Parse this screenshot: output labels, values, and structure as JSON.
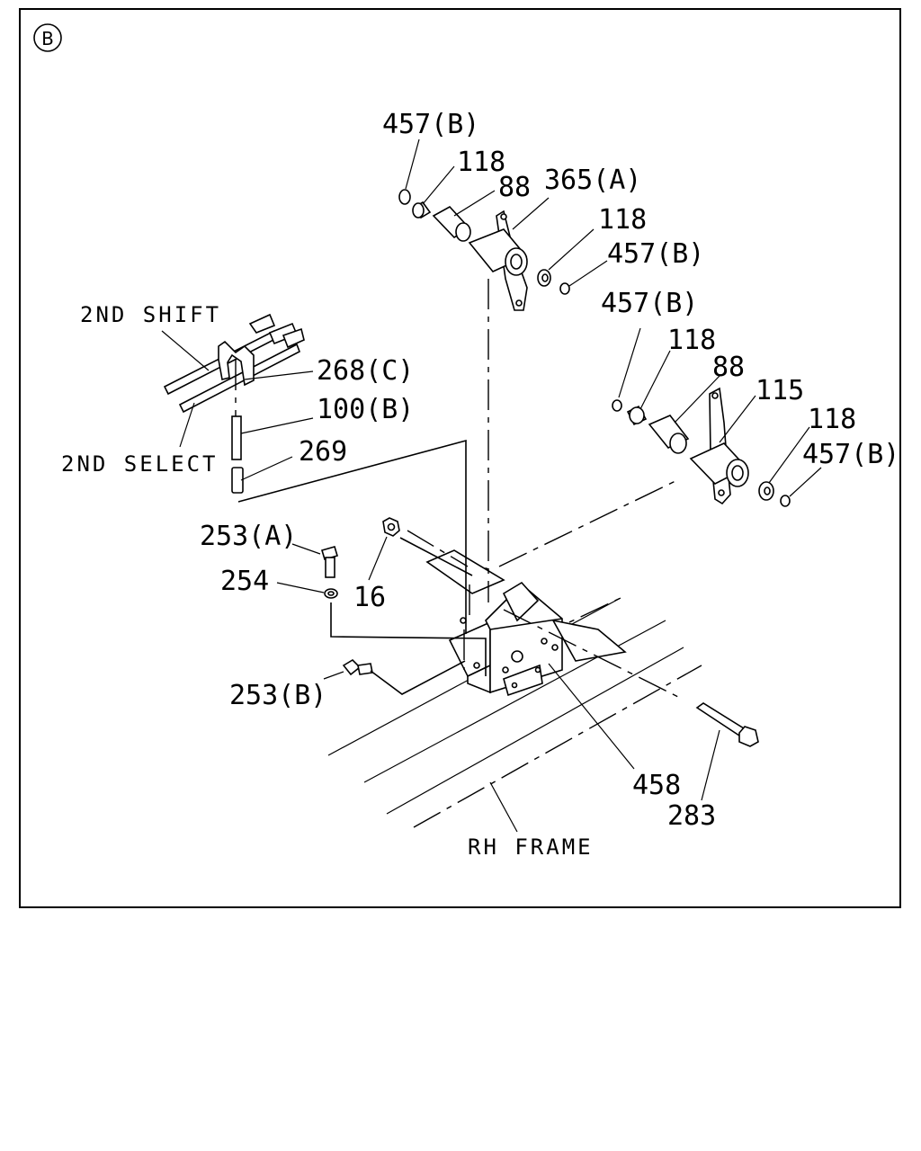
{
  "view_badge": "B",
  "labels": {
    "l457b_top": "457(B)",
    "l118_top": "118",
    "l88_top": "88",
    "l365a": "365(A)",
    "l118_mid": "118",
    "l457b_mid": "457(B)",
    "l2nd_shift": "2ND SHIFT",
    "l268c": "268(C)",
    "l100b": "100(B)",
    "l269": "269",
    "l2nd_select": "2ND SELECT",
    "l457b_right": "457(B)",
    "l118_right": "118",
    "l88_right": "88",
    "l115": "115",
    "l118_far": "118",
    "l457b_far": "457(B)",
    "l253a": "253(A)",
    "l254": "254",
    "l16": "16",
    "l253b": "253(B)",
    "l458": "458",
    "l283": "283",
    "rh_frame": "RH FRAME"
  }
}
